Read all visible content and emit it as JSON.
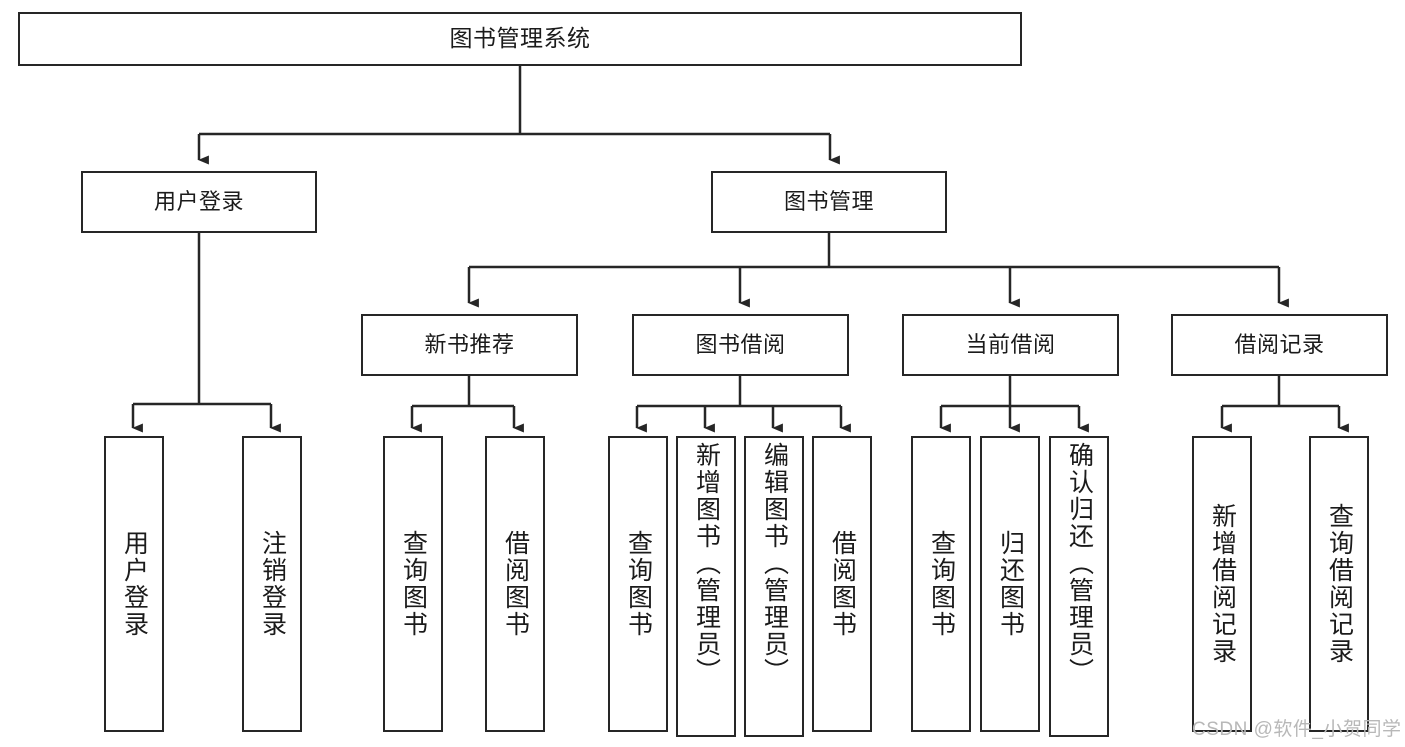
{
  "diagram": {
    "title": "图书管理系统",
    "type": "tree-hierarchy-chart",
    "root": {
      "label": "图书管理系统"
    },
    "level2": [
      {
        "label": "用户登录"
      },
      {
        "label": "图书管理"
      }
    ],
    "level3": [
      {
        "label": "新书推荐"
      },
      {
        "label": "图书借阅"
      },
      {
        "label": "当前借阅"
      },
      {
        "label": "借阅记录"
      }
    ],
    "leaves": {
      "user_login": [
        {
          "label": "用户登录"
        },
        {
          "label": "注销登录"
        }
      ],
      "new_book_recommend": [
        {
          "label": "查询图书"
        },
        {
          "label": "借阅图书"
        }
      ],
      "book_borrow": [
        {
          "label": "查询图书"
        },
        {
          "label": "新增图书（管理员）"
        },
        {
          "label": "编辑图书（管理员）"
        },
        {
          "label": "借阅图书"
        }
      ],
      "current_borrow": [
        {
          "label": "查询图书"
        },
        {
          "label": "归还图书"
        },
        {
          "label": "确认归还（管理员）"
        }
      ],
      "borrow_record": [
        {
          "label": "新增借阅记录"
        },
        {
          "label": "查询借阅记录"
        }
      ]
    }
  },
  "watermark": {
    "text": "CSDN @软件_小贺同学"
  },
  "colors": {
    "stroke": "#262626",
    "fill": "#ffffff",
    "text": "#1b1b1b",
    "watermark": "#b8b8b8"
  }
}
